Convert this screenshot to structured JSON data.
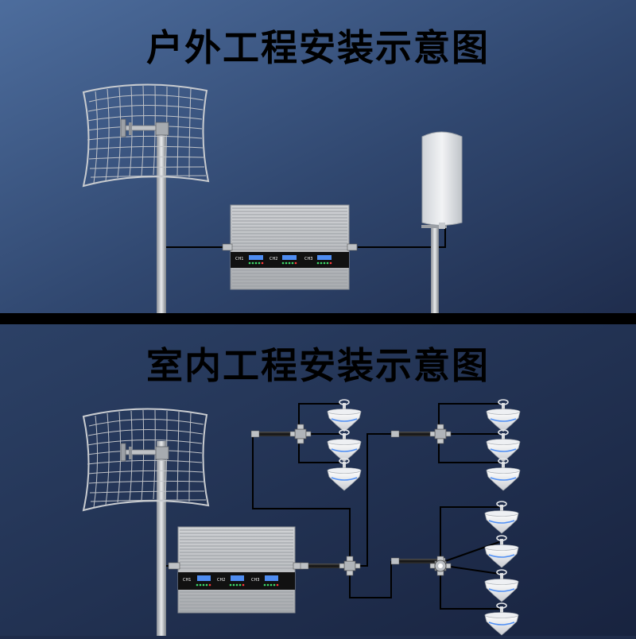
{
  "outdoor": {
    "title": "户外工程安装示意图",
    "repeater_channels": [
      "CH1",
      "CH2",
      "CH3"
    ]
  },
  "indoor": {
    "title": "室内工程安装示意图",
    "repeater_channels": [
      "CH1",
      "CH2",
      "CH3"
    ]
  },
  "colors": {
    "top_bg_light": "#4c6b9a",
    "top_bg_dark": "#243556",
    "bottom_bg": "#1e2b4a",
    "divider": "#000000",
    "cable": "#000000",
    "repeater_body": "#b9bcc0",
    "lcd": "#4e8cf0"
  },
  "icons": [
    "grid-antenna-icon",
    "panel-antenna-icon",
    "ceiling-antenna-icon",
    "splitter-icon",
    "coupler-icon",
    "repeater-icon"
  ]
}
